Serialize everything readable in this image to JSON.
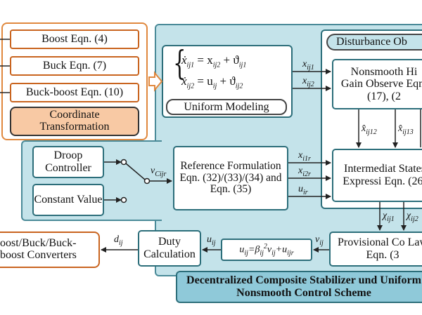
{
  "converter_models": {
    "boost": "Boost Eqn. (4)",
    "buck": "Buck Eqn. (7)",
    "buck_boost": "Buck-boost Eqn. (10)",
    "coordinate": "Coordinate Transformation"
  },
  "uniform_modeling": {
    "eq1_lhs": "ẋ",
    "eq1_sub": "ij1",
    "eq1_rhs": "= x",
    "eq1_rhs_sub": "ij2",
    "eq1_tail": "+ ϑ",
    "eq1_tail_sub": "ij1",
    "eq2_lhs": "ẋ",
    "eq2_sub": "ij2",
    "eq2_rhs": "= u",
    "eq2_rhs_sub": "ij",
    "eq2_tail": "+ ϑ",
    "eq2_tail_sub": "ij2",
    "label": "Uniform Modeling"
  },
  "disturbance": {
    "title": "Disturbance Ob",
    "observer": "Nonsmooth Hi Gain Observe Eqn. (17), (2"
  },
  "intermediate": "Intermediat States Expressi Eqn. (26)",
  "provisional": "Provisional Co Law Eqn. (3",
  "droop": "Droop Controller",
  "constant": "Constant Value",
  "reference": "Reference Formulation Eqn. (32)/(33)/(34) and Eqn. (35)",
  "duty": "Duty Calculation",
  "output": "oost/Buck/Buck- boost Converters",
  "stabilizer": "Decentralized Composite Stabilizer und Uniform Nonsmooth Control Scheme",
  "signals": {
    "xij1": {
      "b": "x",
      "s": "ij1"
    },
    "xij2": {
      "b": "x",
      "s": "ij2"
    },
    "xhat12": {
      "b": "x̂",
      "s": "ij12"
    },
    "xhat13": {
      "b": "x̂",
      "s": "ij13"
    },
    "vc": {
      "b": "v",
      "s": "Cijr"
    },
    "xi1r": {
      "b": "x",
      "s": "i1r"
    },
    "xi2r": {
      "b": "x",
      "s": "i2r"
    },
    "uir": {
      "b": "u",
      "s": "ir"
    },
    "chi1": {
      "b": "χ",
      "s": "ij1"
    },
    "chi2": {
      "b": "χ",
      "s": "ij2"
    },
    "vij": {
      "b": "v",
      "s": "ij"
    },
    "uij": {
      "b": "u",
      "s": "ij"
    },
    "dij": {
      "b": "d",
      "s": "ij"
    },
    "law": "u_ij=β_ij^2 v_ij+u_ijr"
  },
  "colors": {
    "teal_bg": "#c4e3ea",
    "teal_border": "#2c6e7a",
    "orange": "#c9641f",
    "orange_fill": "#f8c9a4",
    "footer_fill": "#8fc9d9"
  }
}
